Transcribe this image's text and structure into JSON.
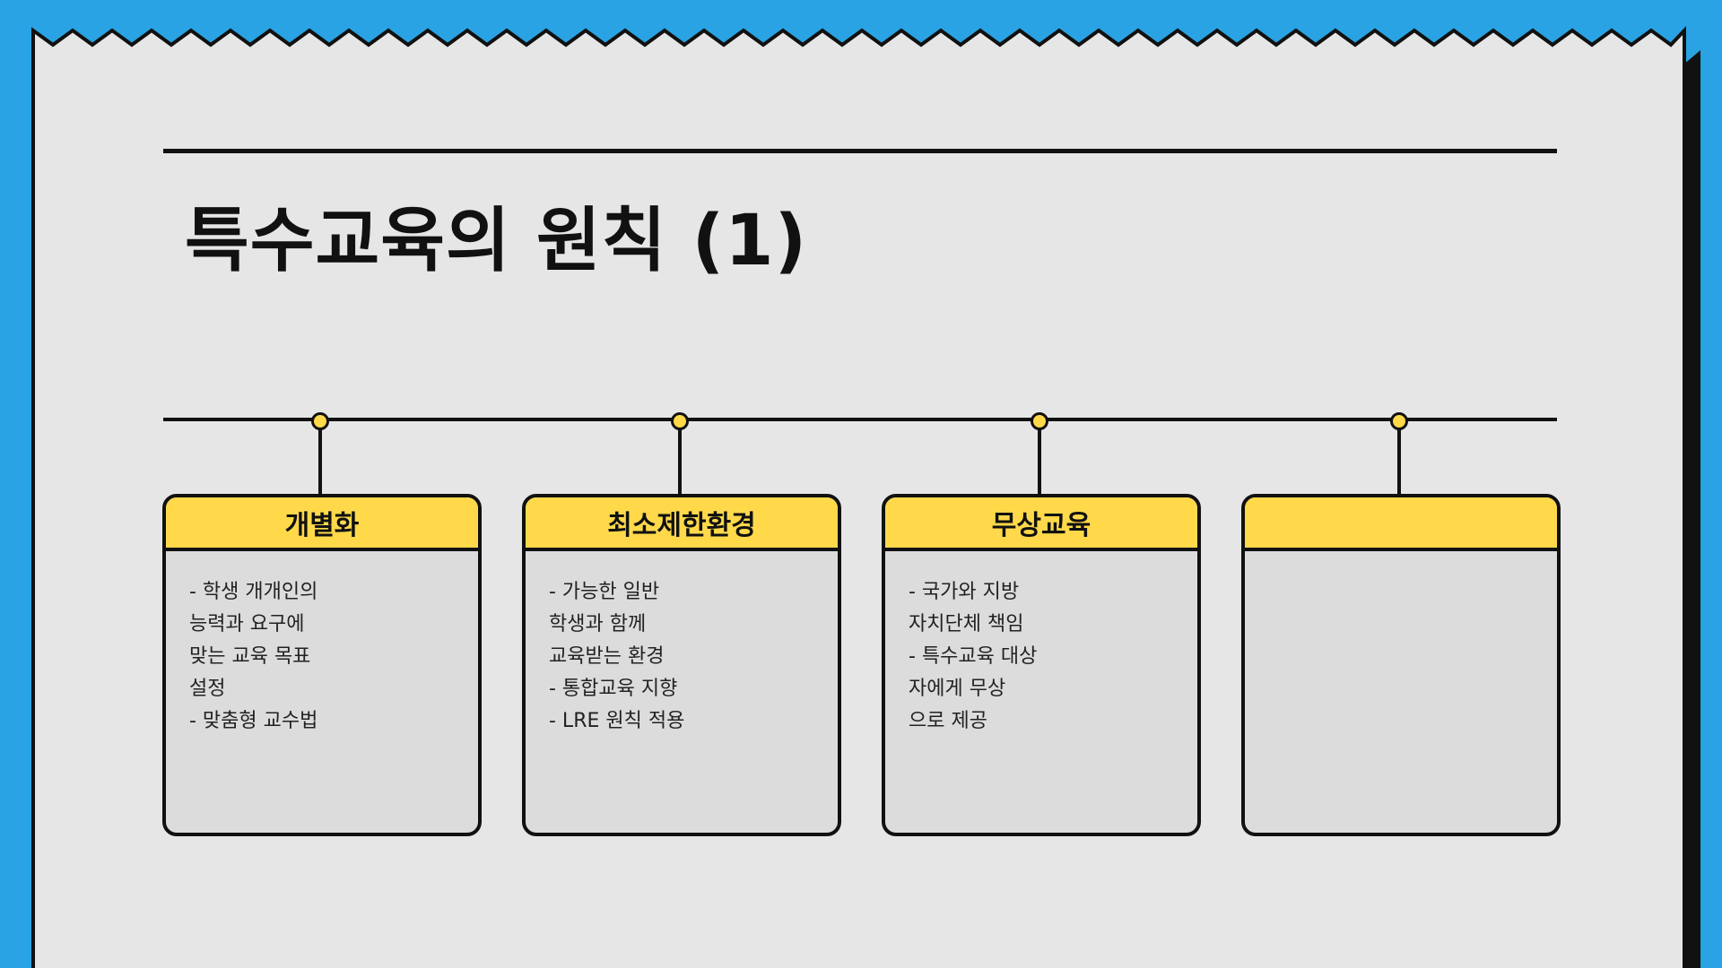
{
  "slide": {
    "title": "특수교육의 원칙 (1)"
  },
  "cards": [
    {
      "heading": "개별화",
      "lines": [
        "- 학생 개개인의",
        "능력과 요구에",
        "맞는 교육 목표",
        "설정",
        "- 맞춤형 교수법"
      ]
    },
    {
      "heading": "최소제한환경",
      "lines": [
        "- 가능한 일반",
        "학생과 함께",
        "교육받는 환경",
        "- 통합교육 지향",
        "- LRE 원칙 적용"
      ]
    },
    {
      "heading": "무상교육",
      "lines": [
        "- 국가와 지방",
        "자치단체 책임",
        "- 특수교육 대상",
        "자에게 무상",
        "으로 제공"
      ]
    },
    {
      "heading": "",
      "lines": []
    }
  ],
  "colors": {
    "background": "#29a3e3",
    "sheet": "#e6e6e6",
    "accent": "#ffd94a",
    "card": "#dcdcdc",
    "ink": "#111111"
  }
}
